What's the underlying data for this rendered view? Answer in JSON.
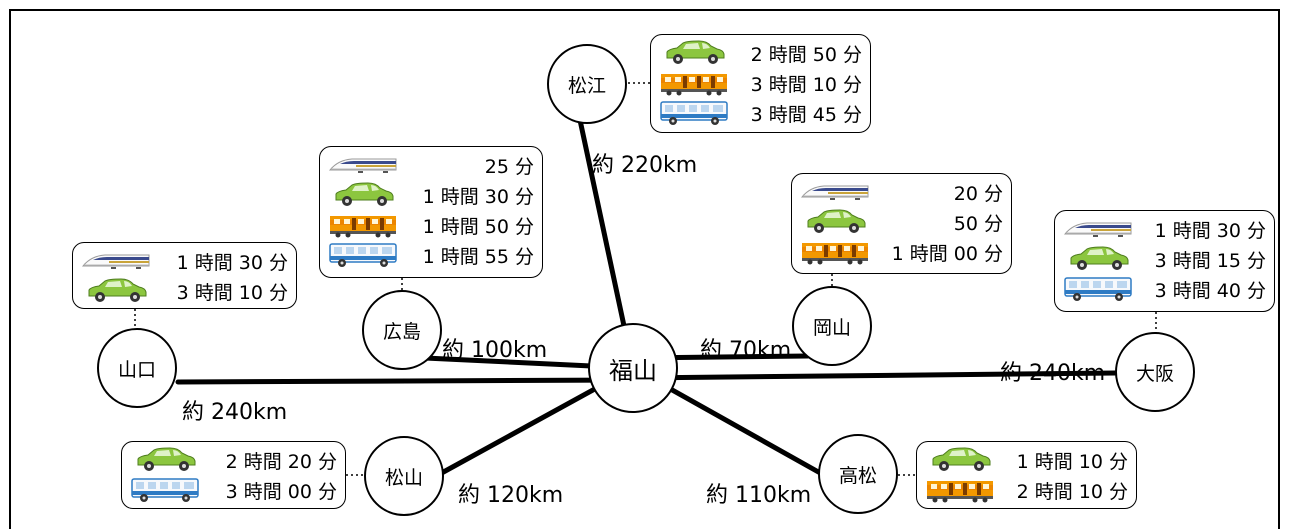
{
  "hub": "福山",
  "cities": {
    "matsue": "松江",
    "hiroshima": "広島",
    "okayama": "岡山",
    "yamaguchi": "山口",
    "osaka": "大阪",
    "matsuyama": "松山",
    "takamatsu": "高松"
  },
  "distances": {
    "matsue": "約 220km",
    "hiroshima": "約 100km",
    "okayama": "約 70km",
    "yamaguchi": "約 240km",
    "osaka": "約 240km",
    "matsuyama": "約 120km",
    "takamatsu": "約 110km"
  },
  "times": {
    "matsue": [
      {
        "mode": "car",
        "time": "2 時間 50 分"
      },
      {
        "mode": "train",
        "time": "3 時間 10 分"
      },
      {
        "mode": "bus",
        "time": "3 時間 45 分"
      }
    ],
    "hiroshima": [
      {
        "mode": "shinkansen",
        "time": "25 分"
      },
      {
        "mode": "car",
        "time": "1 時間 30 分"
      },
      {
        "mode": "train",
        "time": "1 時間 50 分"
      },
      {
        "mode": "bus",
        "time": "1 時間 55 分"
      }
    ],
    "okayama": [
      {
        "mode": "shinkansen",
        "time": "20 分"
      },
      {
        "mode": "car",
        "time": "50 分"
      },
      {
        "mode": "train",
        "time": "1 時間 00 分"
      }
    ],
    "yamaguchi": [
      {
        "mode": "shinkansen",
        "time": "1 時間 30 分"
      },
      {
        "mode": "car",
        "time": "3 時間 10 分"
      }
    ],
    "osaka": [
      {
        "mode": "shinkansen",
        "time": "1 時間 30 分"
      },
      {
        "mode": "car",
        "time": "3 時間 15 分"
      },
      {
        "mode": "bus",
        "time": "3 時間 40 分"
      }
    ],
    "matsuyama": [
      {
        "mode": "car",
        "time": "2 時間 20 分"
      },
      {
        "mode": "bus",
        "time": "3 時間 00 分"
      }
    ],
    "takamatsu": [
      {
        "mode": "car",
        "time": "1 時間 10 分"
      },
      {
        "mode": "train",
        "time": "2 時間 10 分"
      }
    ]
  },
  "colors": {
    "car": "#8cc63f",
    "train": "#f39800",
    "bus": "#2e7bc4",
    "shinkansen": "#3a4a8c"
  }
}
